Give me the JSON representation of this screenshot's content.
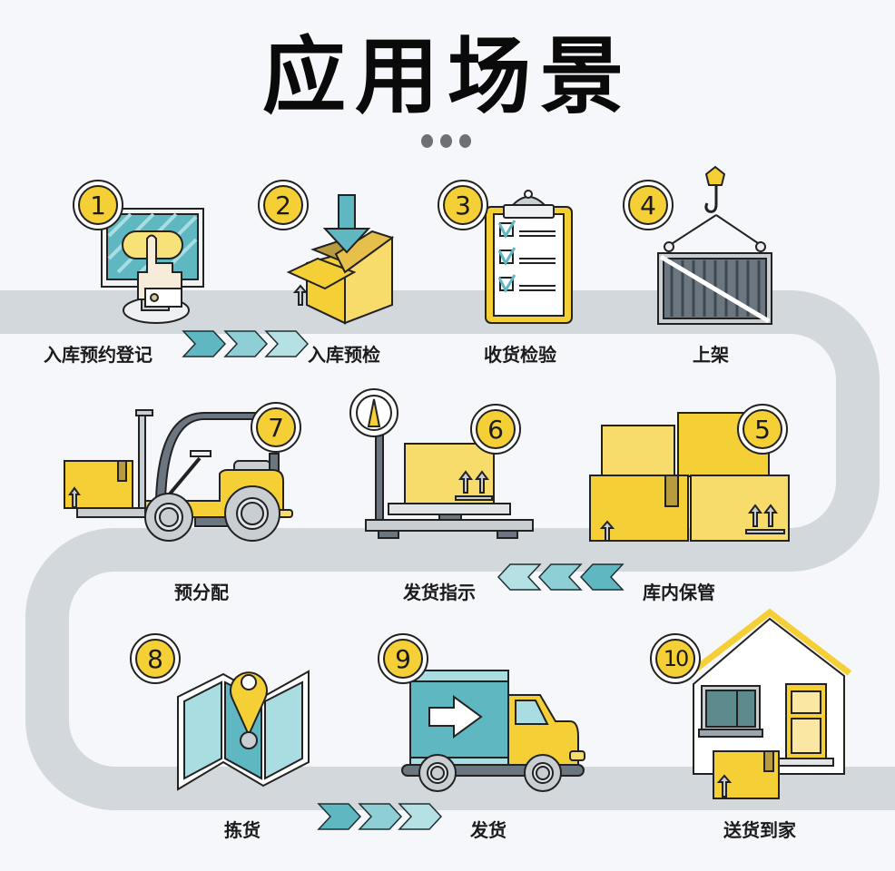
{
  "title": "应用场景",
  "colors": {
    "background": "#f6f7fb",
    "road": "#d3d8dc",
    "accent_yellow": "#f5cf36",
    "accent_teal": "#5fb8c1",
    "light_teal": "#a9dde2",
    "outline": "#222222"
  },
  "steps": [
    {
      "number": "1",
      "label": "入库预约登记",
      "icon": "computer-touch-icon"
    },
    {
      "number": "2",
      "label": "入库预检",
      "icon": "box-inbound-icon"
    },
    {
      "number": "3",
      "label": "收货检验",
      "icon": "clipboard-checklist-icon"
    },
    {
      "number": "4",
      "label": "上架",
      "icon": "crane-container-icon"
    },
    {
      "number": "5",
      "label": "库内保管",
      "icon": "stacked-boxes-icon"
    },
    {
      "number": "6",
      "label": "发货指示",
      "icon": "weighing-scale-icon"
    },
    {
      "number": "7",
      "label": "预分配",
      "icon": "forklift-icon"
    },
    {
      "number": "8",
      "label": "拣货",
      "icon": "map-pin-icon"
    },
    {
      "number": "9",
      "label": "发货",
      "icon": "delivery-truck-icon"
    },
    {
      "number": "10",
      "label": "送货到家",
      "icon": "house-delivery-icon"
    }
  ],
  "flow_arrows": [
    {
      "direction": "right",
      "between": "1-2"
    },
    {
      "direction": "left",
      "between": "5-6"
    },
    {
      "direction": "right",
      "between": "8-9"
    }
  ]
}
